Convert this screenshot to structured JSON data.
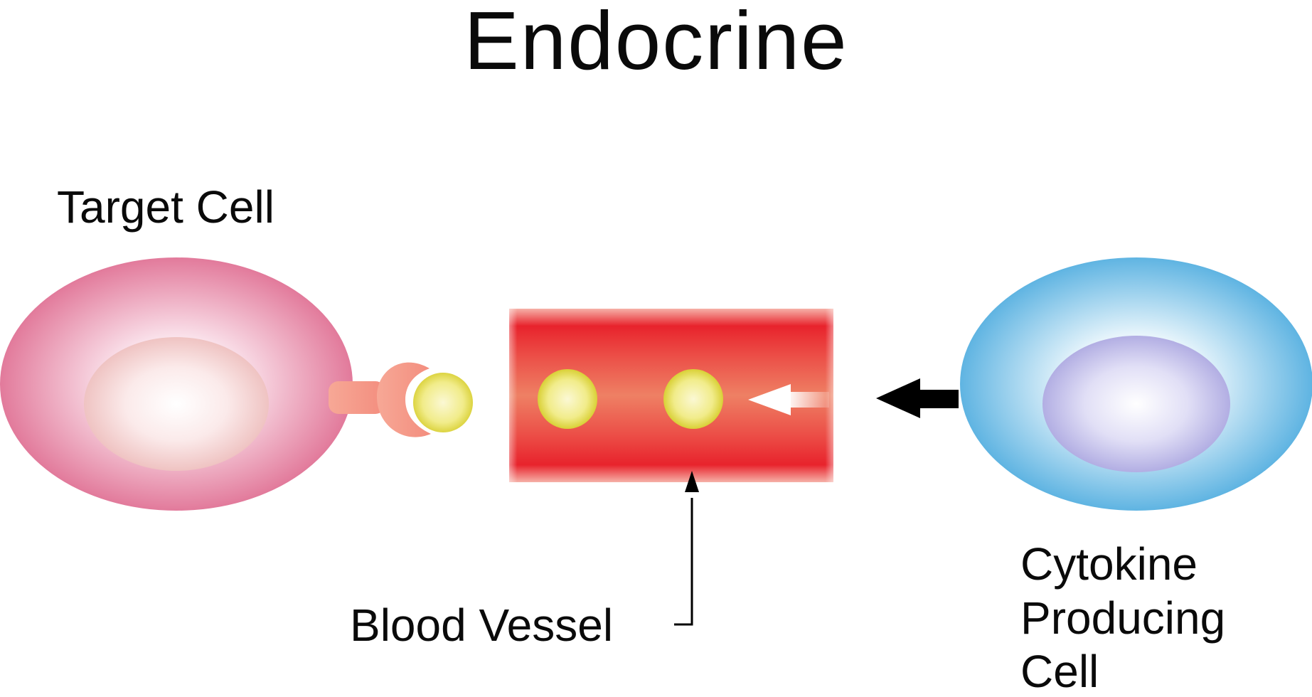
{
  "title": "Endocrine",
  "labels": {
    "target_cell": "Target Cell",
    "blood_vessel": "Blood Vessel",
    "cytokine_producing_cell": [
      "Cytokine",
      "Producing",
      "Cell"
    ]
  },
  "colors": {
    "target_cell_outer": "#e27a9b",
    "target_cell_nucleus": "#f2c6c6",
    "receptor": "#f4a292",
    "hormone": "#e4dc50",
    "vessel": "#e8262e",
    "vessel_lumen": "#ee8064",
    "producing_cell_outer": "#66b8e4",
    "producing_cell_nucleus": "#b9b6e6",
    "arrow": "#000000"
  },
  "icons": {
    "signal_arrow": "arrow-left-icon",
    "flow_arrow": "arrow-left-icon",
    "pointer_arrow": "arrow-up-icon"
  }
}
